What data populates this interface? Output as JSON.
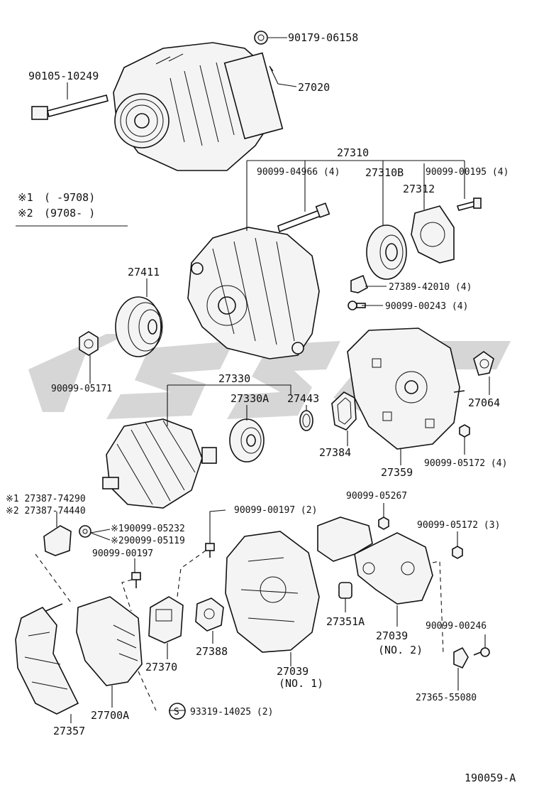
{
  "legend": {
    "row1_mark": "※1",
    "row1_range": "(      -9708)",
    "row2_mark": "※2",
    "row2_range": "(9708-      )"
  },
  "parts": {
    "p90179_06158": "90179-06158",
    "p90105_10249": "90105-10249",
    "p27020": "27020",
    "p27310": "27310",
    "p90099_04966": "90099-04966 (4)",
    "p27310B": "27310B",
    "p90099_00195": "90099-00195 (4)",
    "p27312": "27312",
    "p27411": "27411",
    "p27389_42010": "27389-42010 (4)",
    "p90099_00243": "90099-00243 (4)",
    "p90099_05171": "90099-05171",
    "p27330": "27330",
    "p27330A": "27330A",
    "p27443": "27443",
    "p27064": "27064",
    "p27384": "27384",
    "p27359": "27359",
    "p90099_05172_4": "90099-05172 (4)",
    "p27387_1": "※1 27387-74290",
    "p27387_2": "※2 27387-74440",
    "p90099_05232": "※190099-05232",
    "p90099_05119": "※290099-05119",
    "p90099_00197_2": "90099-00197 (2)",
    "p90099_05267": "90099-05267",
    "p90099_05172_3": "90099-05172 (3)",
    "p90099_00197": "90099-00197",
    "p27351A": "27351A",
    "p27039_2": "27039",
    "p27039_2_sub": "(NO. 2)",
    "p90099_00246": "90099-00246",
    "p27370": "27370",
    "p27388": "27388",
    "p27039_1": "27039",
    "p27039_1_sub": "(NO. 1)",
    "p27365_55080": "27365-55080",
    "p27700A": "27700A",
    "p27357": "27357",
    "s_mark": "S",
    "p93319_14025": "93319-14025 (2)"
  },
  "figure_code": "190059-A"
}
